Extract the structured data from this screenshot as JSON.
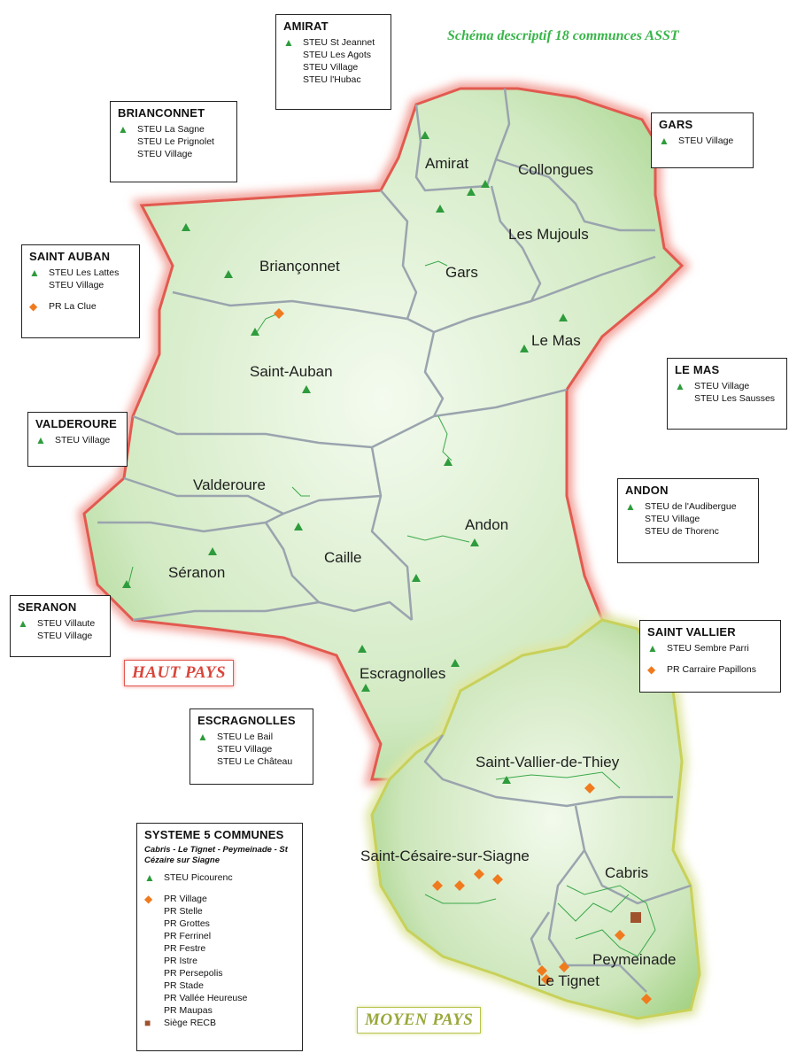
{
  "title": "Schéma descriptif 18 communces ASST",
  "zones": {
    "haut": "HAUT PAYS",
    "moyen": "MOYEN PAYS"
  },
  "communes": [
    "Amirat",
    "Collongues",
    "Les Mujouls",
    "Gars",
    "Briançonnet",
    "Le Mas",
    "Saint-Auban",
    "Valderoure",
    "Andon",
    "Caille",
    "Séranon",
    "Escragnolles",
    "Saint-Vallier-de-Thiey",
    "Saint-Césaire-sur-Siagne",
    "Cabris",
    "Peymeinade",
    "Le Tignet"
  ],
  "colors": {
    "steu": "#2e9b3c",
    "pr": "#f07a1e",
    "siege": "#a0522d",
    "haut_border": "#e25a50",
    "moyen_border": "#c8d15a",
    "region_fill": "#d6ecc8",
    "boundary": "#9aa4ae"
  },
  "boxes": {
    "amirat": {
      "title": "AMIRAT",
      "items": [
        "STEU St Jeannet",
        "STEU Les Agots",
        "STEU Village",
        "STEU l'Hubac"
      ]
    },
    "brianconnet": {
      "title": "BRIANCONNET",
      "items": [
        "STEU La Sagne",
        "STEU Le Prignolet",
        "STEU Village"
      ]
    },
    "gars": {
      "title": "GARS",
      "items": [
        "STEU Village"
      ]
    },
    "saint_auban": {
      "title": "SAINT AUBAN",
      "items": [
        "STEU Les Lattes",
        "STEU Village"
      ],
      "pr": [
        "PR La Clue"
      ]
    },
    "le_mas": {
      "title": "LE MAS",
      "items": [
        "STEU Village",
        "STEU Les Sausses"
      ]
    },
    "valderoure": {
      "title": "VALDEROURE",
      "items": [
        "STEU Village"
      ]
    },
    "andon": {
      "title": "ANDON",
      "items": [
        "STEU de l'Audibergue",
        "STEU Village",
        "STEU de Thorenc"
      ]
    },
    "seranon": {
      "title": "SERANON",
      "items": [
        "STEU Villaute",
        "STEU Village"
      ]
    },
    "saint_vallier": {
      "title": "SAINT VALLIER",
      "items": [
        "STEU Sembre Parri"
      ],
      "pr": [
        "PR Carraire Papillons"
      ]
    },
    "escragnolles": {
      "title": "ESCRAGNOLLES",
      "items": [
        "STEU Le Bail",
        "STEU Village",
        "STEU Le Château"
      ]
    },
    "systeme": {
      "title": "SYSTEME 5 COMMUNES",
      "subtitle": "Cabris - Le Tignet - Peymeinade - St Cézaire sur Siagne",
      "items": [
        "STEU Picourenc"
      ],
      "pr": [
        "PR Village",
        "PR Stelle",
        "PR Grottes",
        "PR Ferrinel",
        "PR Festre",
        "PR Istre",
        "PR Persepolis",
        "PR Stade",
        "PR Vallée Heureuse",
        "PR Maupas"
      ],
      "siege": "Siège RECB"
    }
  }
}
